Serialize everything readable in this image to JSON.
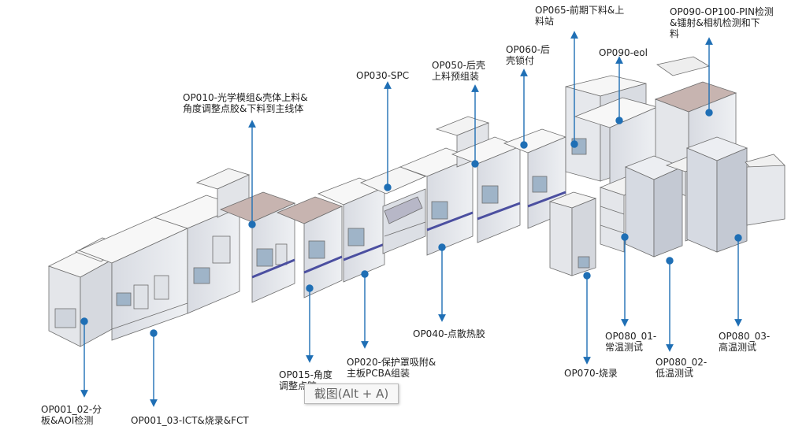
{
  "labels": {
    "op001_02": [
      "OP001_02-分",
      "板&AOI检测"
    ],
    "op001_03": [
      "OP001_03-ICT&烧录&FCT"
    ],
    "op010": [
      "OP010-光学模组&壳体上料&",
      "角度调整点胶&下料到主线体"
    ],
    "op015": [
      "OP015-角度",
      "调整点胶"
    ],
    "op020": [
      "OP020-保护罩吸附&",
      "主板PCBA组装"
    ],
    "op030": [
      "OP030-SPC"
    ],
    "op040": [
      "OP040-点散热胶"
    ],
    "op050": [
      "OP050-后壳",
      "上料预组装"
    ],
    "op060": [
      "OP060-后",
      "壳锁付"
    ],
    "op065": [
      "OP065-前期下料&上",
      "料站"
    ],
    "op070": [
      "OP070-烧录"
    ],
    "op080_01": [
      "OP080_01-",
      "常温测试"
    ],
    "op080_02": [
      "OP080_02-",
      "低温测试"
    ],
    "op080_03": [
      "OP080_03-",
      "高温测试"
    ],
    "op090": [
      "OP090-eol"
    ],
    "op090_100": [
      "OP090-OP100-PIN检测",
      "&镭射&相机检测和下",
      "料"
    ]
  },
  "tooltip": "截图(Alt + A)",
  "colors": {
    "arrow": "#1f6fb5",
    "frame": "#7a7a7a",
    "panel": "#e9e9ec",
    "top": "#f7f7f7",
    "accent": "#4b4fa0",
    "brown": "#c7b4b0"
  }
}
